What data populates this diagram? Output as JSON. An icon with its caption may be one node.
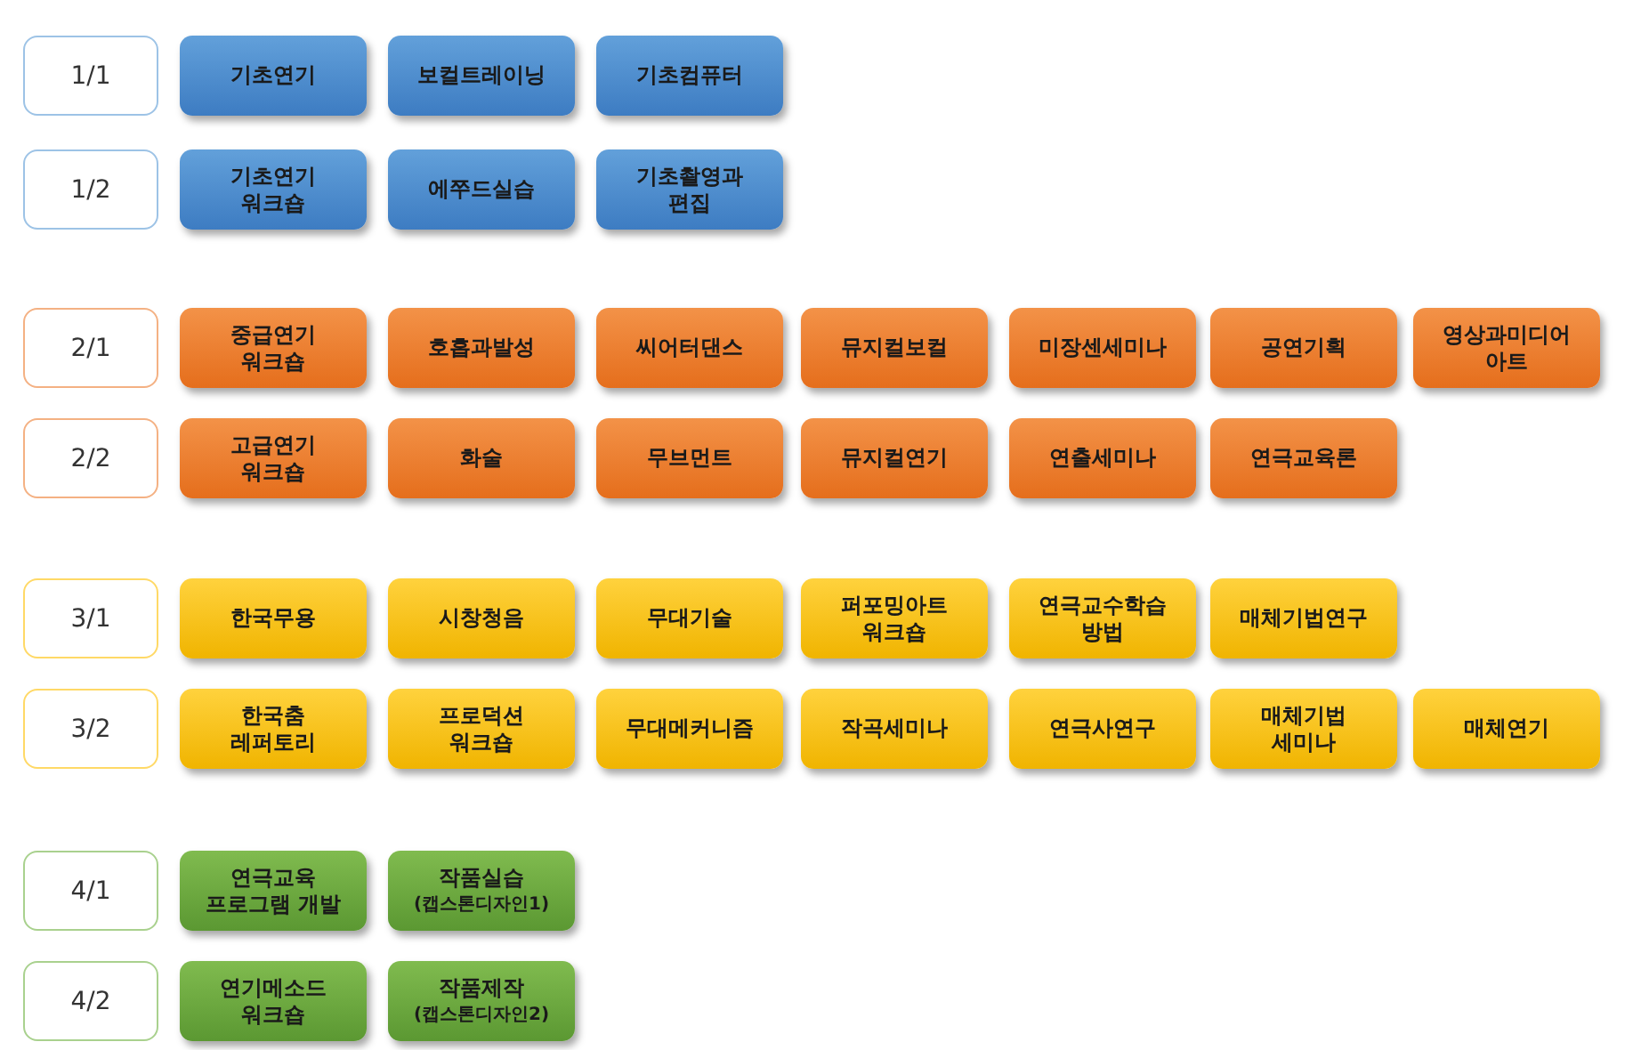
{
  "diagram": {
    "nodes": [
      {
        "text": [
          "1/1"
        ]
      },
      {
        "text": [
          "기초연기"
        ]
      },
      {
        "text": [
          "보컬트레이닝"
        ]
      },
      {
        "text": [
          "기초컴퓨터"
        ]
      },
      {
        "text": [
          "1/2"
        ]
      },
      {
        "text": [
          "기초연기 워크숍"
        ]
      },
      {
        "text": [
          "에쭈드실습"
        ]
      },
      {
        "text": [
          "기초촬영과 편집"
        ]
      },
      {
        "text": [
          "2/1"
        ]
      },
      {
        "text": [
          "중급연기 워크숍"
        ]
      },
      {
        "text": [
          "호흡과발성"
        ]
      },
      {
        "text": [
          "씨어터댄스"
        ]
      },
      {
        "text": [
          "뮤지컬보컬"
        ]
      },
      {
        "text": [
          "미장센세미나"
        ]
      },
      {
        "text": [
          "공연기획"
        ]
      },
      {
        "text": [
          "영상과미디어 아트"
        ]
      },
      {
        "text": [
          "2/2"
        ]
      },
      {
        "text": [
          "고급연기 워크숍"
        ]
      },
      {
        "text": [
          "화술"
        ]
      },
      {
        "text": [
          "무브먼트"
        ]
      },
      {
        "text": [
          "뮤지컬연기"
        ]
      },
      {
        "text": [
          "연출세미나"
        ]
      },
      {
        "text": [
          "연극교육론"
        ]
      },
      {
        "text": [
          "3/1"
        ]
      },
      {
        "text": [
          "한국무용"
        ]
      },
      {
        "text": [
          "시창청음"
        ]
      },
      {
        "text": [
          "무대기술"
        ]
      },
      {
        "text": [
          "퍼포밍아트 워크숍"
        ]
      },
      {
        "text": [
          "연극교수학습 방법"
        ]
      },
      {
        "text": [
          "매체기법연구"
        ]
      },
      {
        "text": [
          "3/2"
        ]
      },
      {
        "text": [
          "한국춤 레퍼토리"
        ]
      },
      {
        "text": [
          "프로덕션 워크숍"
        ]
      },
      {
        "text": [
          "무대메커니즘"
        ]
      },
      {
        "text": [
          "작곡세미나"
        ]
      },
      {
        "text": [
          "연극사연구"
        ]
      },
      {
        "text": [
          "매체기법 세미나"
        ]
      },
      {
        "text": [
          "매체연기"
        ]
      },
      {
        "text": [
          "4/1"
        ]
      },
      {
        "text": [
          "연극교육 프로그램 개발"
        ]
      },
      {
        "text": [
          "작품실습 (캡스톤디자인1)"
        ]
      },
      {
        "text": [
          "4/2"
        ]
      },
      {
        "text": [
          "연기메소드 워크숍"
        ]
      },
      {
        "text": [
          "작품제작 (캡스톤디자인2)"
        ]
      }
    ]
  }
}
